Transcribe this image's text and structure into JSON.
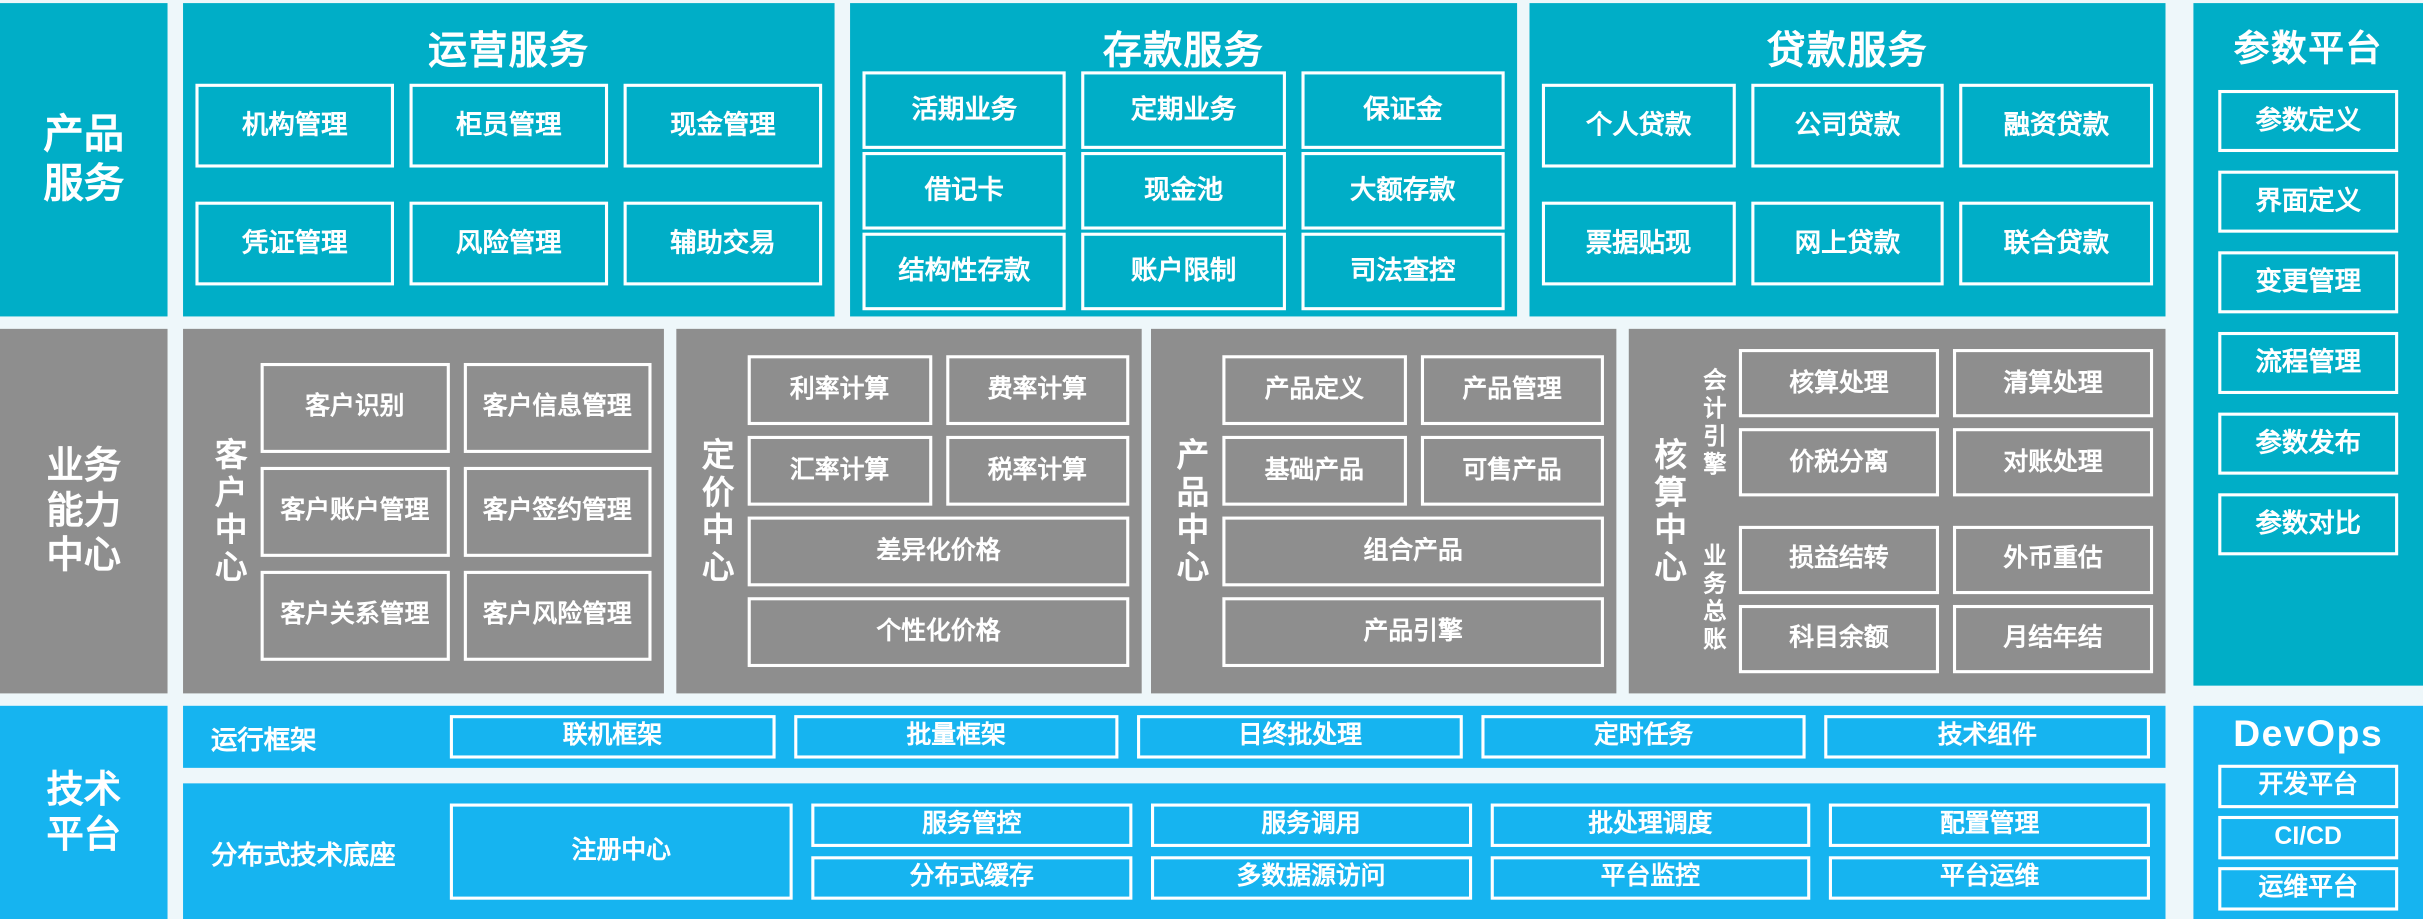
{
  "layers": {
    "product_services": "产品\n服务",
    "business_capability": "业务\n能力\n中心",
    "technical_platform": "技术\n平台"
  },
  "product_services": {
    "operation": {
      "title": "运营服务",
      "rows": [
        [
          "机构管理",
          "柜员管理",
          "现金管理"
        ],
        [
          "凭证管理",
          "风险管理",
          "辅助交易"
        ]
      ]
    },
    "deposit": {
      "title": "存款服务",
      "rows": [
        [
          "活期业务",
          "定期业务",
          "保证金"
        ],
        [
          "借记卡",
          "现金池",
          "大额存款"
        ],
        [
          "结构性存款",
          "账户限制",
          "司法查控"
        ]
      ]
    },
    "loan": {
      "title": "贷款服务",
      "rows": [
        [
          "个人贷款",
          "公司贷款",
          "融资贷款"
        ],
        [
          "票据贴现",
          "网上贷款",
          "联合贷款"
        ]
      ]
    }
  },
  "parameter_platform": {
    "title": "参数平台",
    "items": [
      "参数定义",
      "界面定义",
      "变更管理",
      "流程管理",
      "参数发布",
      "参数对比"
    ]
  },
  "business_centers": {
    "customer": {
      "label": "客户中心",
      "rows": [
        [
          "客户识别",
          "客户信息管理"
        ],
        [
          "客户账户管理",
          "客户签约管理"
        ],
        [
          "客户关系管理",
          "客户风险管理"
        ]
      ]
    },
    "pricing": {
      "label": "定价中心",
      "rows": [
        [
          "利率计算",
          "费率计算"
        ],
        [
          "汇率计算",
          "税率计算"
        ]
      ],
      "wide": [
        "差异化价格",
        "个性化价格"
      ]
    },
    "product": {
      "label": "产品中心",
      "rows": [
        [
          "产品定义",
          "产品管理"
        ],
        [
          "基础产品",
          "可售产品"
        ]
      ],
      "wide": [
        "组合产品",
        "产品引擎"
      ]
    },
    "accounting": {
      "label": "核算中心",
      "sub_labels": [
        "会计引擎",
        "业务总账"
      ],
      "engine_rows": [
        [
          "核算处理",
          "清算处理"
        ],
        [
          "价税分离",
          "对账处理"
        ]
      ],
      "ledger_rows": [
        [
          "损益结转",
          "外币重估"
        ],
        [
          "科目余额",
          "月结年结"
        ]
      ]
    }
  },
  "technical_platform": {
    "runtime": {
      "label": "运行框架",
      "items": [
        "联机框架",
        "批量框架",
        "日终批处理",
        "定时任务",
        "技术组件"
      ]
    },
    "base": {
      "label": "分布式技术底座",
      "registry": "注册中心",
      "columns": [
        [
          "服务管控",
          "分布式缓存"
        ],
        [
          "服务调用",
          "多数据源访问"
        ],
        [
          "批处理调度",
          "平台监控"
        ],
        [
          "配置管理",
          "平台运维"
        ]
      ]
    }
  },
  "devops": {
    "title": "DevOps",
    "items": [
      "开发平台",
      "CI/CD",
      "运维平台"
    ]
  },
  "colors": {
    "teal": "#00AEC7",
    "gray": "#8E8E8E",
    "blue": "#16B4F0",
    "background": "#eef7fa",
    "border": "#ffffff"
  }
}
